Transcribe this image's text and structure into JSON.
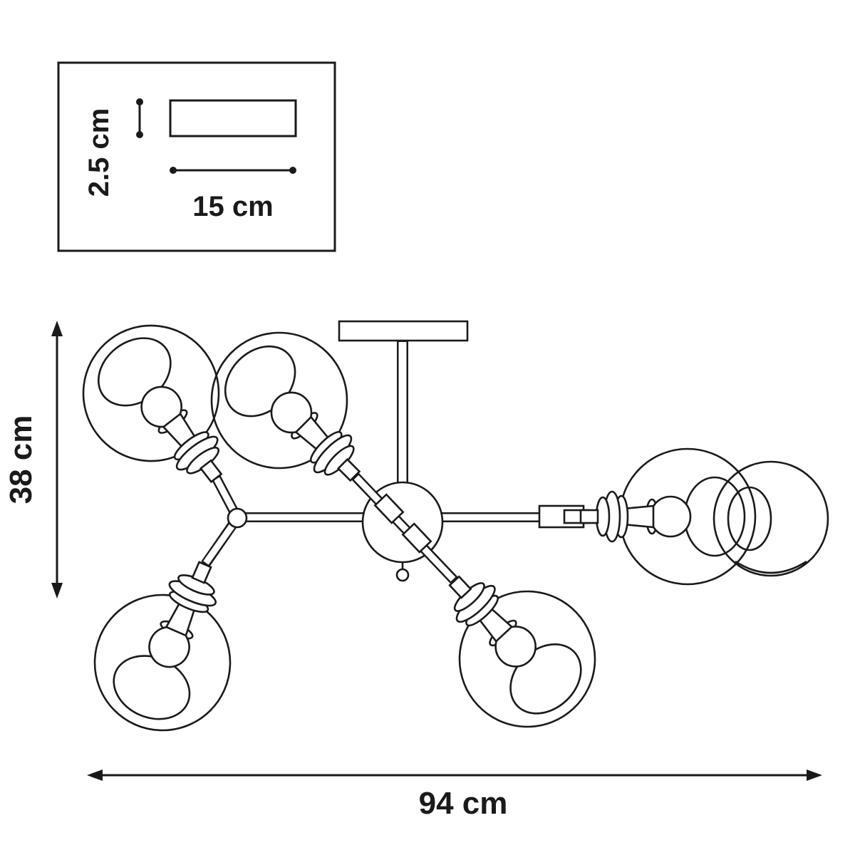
{
  "figure": {
    "type": "technical-dimension-drawing",
    "background": "#ffffff",
    "line_color": "#1a1a1a",
    "labels": {
      "canopy_height": "2.5 cm",
      "canopy_width": "15 cm",
      "fixture_height": "38 cm",
      "fixture_width": "94 cm"
    }
  }
}
